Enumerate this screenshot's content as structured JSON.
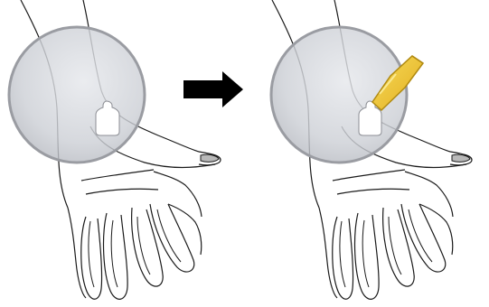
{
  "diagram": {
    "steps": [
      {
        "id": "before",
        "elements": [
          "hand",
          "magnified-circle",
          "skin-tag"
        ]
      },
      {
        "id": "after",
        "elements": [
          "hand",
          "magnified-circle",
          "skin-tag",
          "applicator-tip"
        ]
      }
    ],
    "arrow_direction": "right",
    "colors": {
      "outline": "#1a1a1a",
      "circle_fill": "#c9ccd3",
      "circle_stroke": "#9a9ca2",
      "tag_fill": "#ffffff",
      "nail_fill": "#b9b9b9",
      "applicator_fill": "#f2c531",
      "applicator_stroke": "#b08a12",
      "arrow_fill": "#000000"
    },
    "icons": [
      "hand-outline-icon",
      "magnifier-circle-icon",
      "skin-tag-icon",
      "arrow-right-icon",
      "applicator-icon"
    ]
  }
}
